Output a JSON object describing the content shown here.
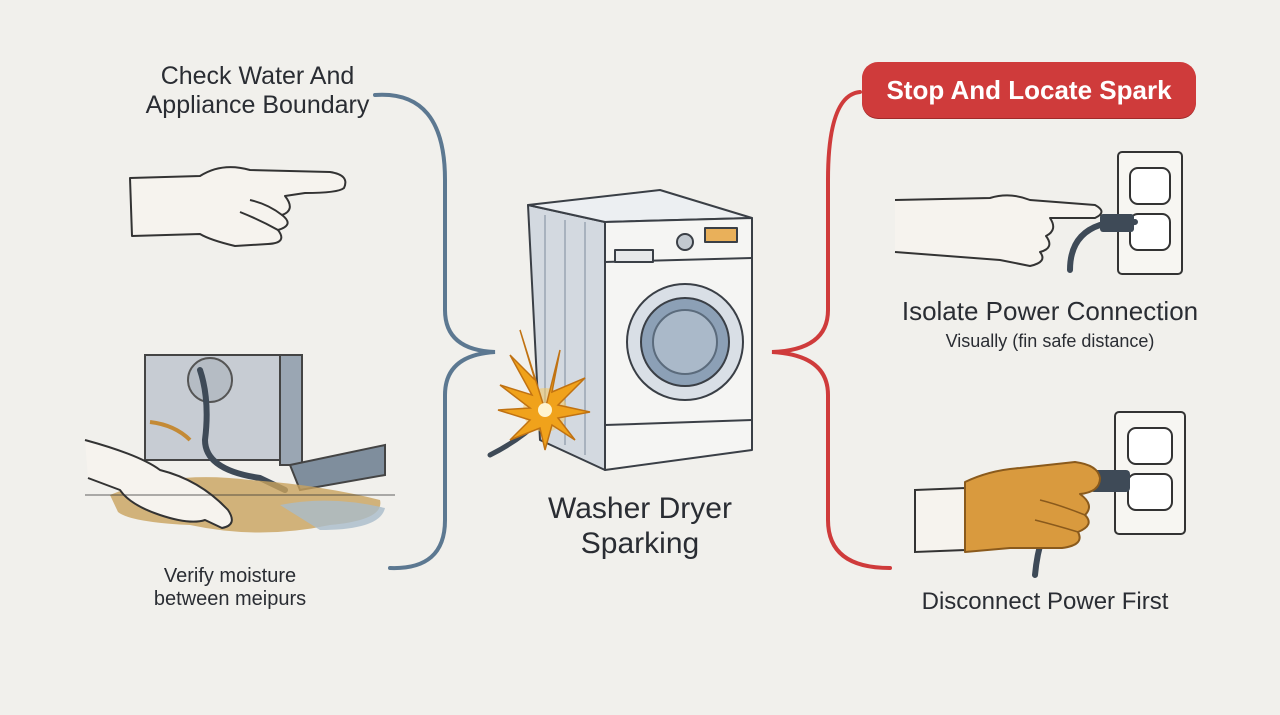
{
  "left": {
    "title_lines": [
      "Check Water And",
      "Appliance Boundary"
    ],
    "caption_lines": [
      "Verify moisture",
      "between meipurs"
    ]
  },
  "center": {
    "title_lines": [
      "Washer Dryer",
      "Sparking"
    ]
  },
  "right": {
    "badge": "Stop And Locate Spark",
    "step1_title": "Isolate Power Connection",
    "step1_sub": "Visually (fin safe distance)",
    "step2_title": "Disconnect Power First"
  },
  "colors": {
    "background": "#f1f0ec",
    "left_bracket": "#5c7891",
    "right_bracket": "#cf3b3b",
    "badge": "#cf3b3b",
    "spark": "#f0a21b",
    "water": "#c9a25e",
    "glove": "#d99a3e"
  },
  "icons": [
    "pointing-hand-icon",
    "hand-on-wet-floor-icon",
    "washer-dryer-icon",
    "spark-icon",
    "hand-at-outlet-icon",
    "gloved-hand-unplug-icon"
  ]
}
